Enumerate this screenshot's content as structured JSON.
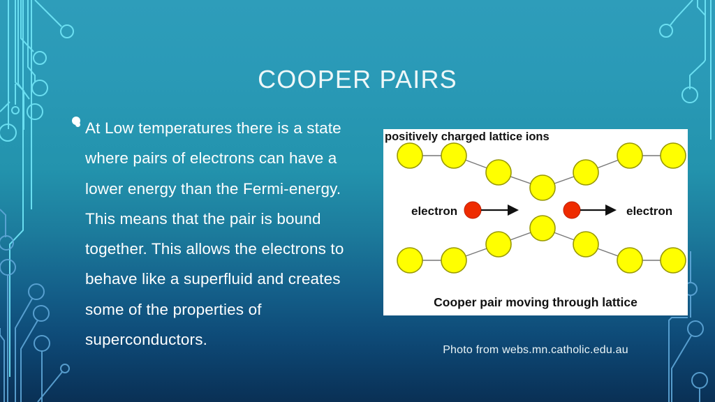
{
  "slide": {
    "title": "COOPER PAIRS",
    "background": {
      "gradient_top": "#2e9dba",
      "gradient_bottom": "#0a3055",
      "accent_trace_light": "#6fe3f5",
      "accent_trace_dark": "#5a9fd4"
    }
  },
  "body": {
    "bullets": [
      "At Low temperatures there is a state where pairs of electrons can have a lower energy than the Fermi-energy.  This means that the pair is bound together. This allows the electrons to behave like a superfluid and creates some of the properties of superconductors."
    ],
    "text_color": "#ffffff"
  },
  "picture": {
    "top_label": "positively charged lattice ions",
    "bottom_label": "Cooper pair moving through lattice",
    "electron_label_left": "electron",
    "electron_label_right": "electron",
    "ion_color": "#ffff00",
    "ion_border_color": "#999900",
    "electron_color": "#ee2b00",
    "bond_color": "#777777",
    "panel_color": "#ffffff",
    "label_color": "#111111",
    "ion_count_top": 7,
    "ion_count_bottom": 7
  },
  "caption": {
    "text": "Photo from webs.mn.catholic.edu.au"
  }
}
